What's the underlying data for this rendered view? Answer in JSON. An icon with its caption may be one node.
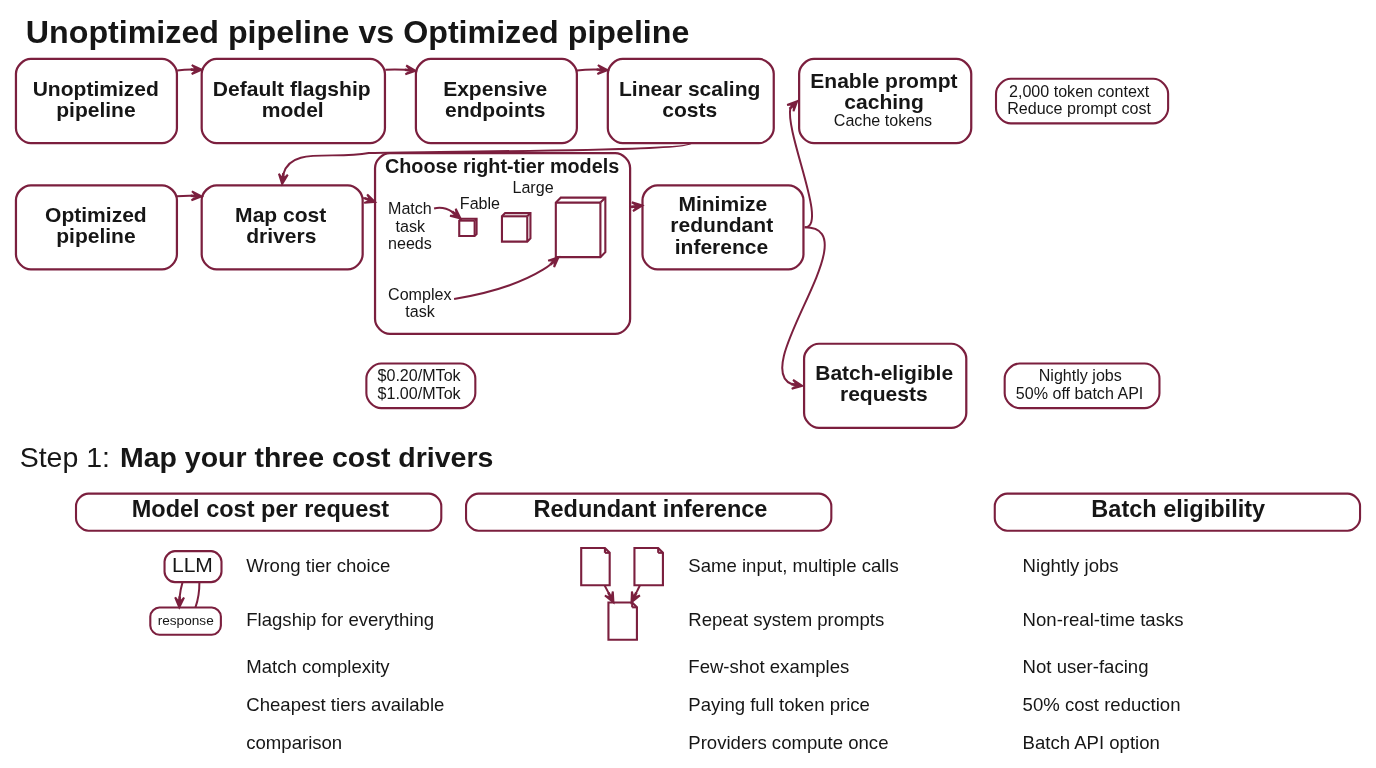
{
  "diagram": {
    "title": "Unoptimized pipeline vs Optimized pipeline",
    "nodes": [
      {
        "text": [
          "Unoptimized pipeline"
        ]
      },
      {
        "text": [
          "Default flagship model"
        ]
      },
      {
        "text": [
          "Expensive endpoints"
        ]
      },
      {
        "text": [
          "Linear scaling costs"
        ]
      },
      {
        "text": [
          "Enable prompt caching",
          "Cache tokens"
        ]
      },
      {
        "text": [
          "2,000 token context",
          "Reduce prompt cost"
        ]
      },
      {
        "text": [
          "Optimized pipeline"
        ]
      },
      {
        "text": [
          "Map cost drivers"
        ]
      },
      {
        "text": [
          "Choose right-tier models"
        ]
      },
      {
        "text": [
          "Match task needs"
        ],
        "in": 8
      },
      {
        "text": [],
        "shape": "cube",
        "in": 8
      },
      {
        "text": [],
        "shape": "cube",
        "in": 8,
        "beside": [
          "Fable"
        ]
      },
      {
        "text": [],
        "shape": "cube",
        "in": 8,
        "beside": [
          "Large"
        ]
      },
      {
        "text": [
          "Complex task"
        ],
        "in": 8
      },
      {
        "text": [
          "Minimize redundant inference"
        ]
      },
      {
        "text": [
          "Batch-eligible requests"
        ]
      },
      {
        "text": [
          "Nightly jobs",
          "50% off batch API"
        ]
      },
      {
        "text": [
          "$0.20/MTok",
          "$1.00/MTok"
        ]
      },
      {
        "text": [
          "Model cost per request"
        ]
      },
      {
        "text": [
          "LLM"
        ]
      },
      {
        "text": [
          "response"
        ]
      },
      {
        "text": [
          "Redundant inference"
        ]
      },
      {
        "text": [],
        "shape": "document"
      },
      {
        "text": [],
        "shape": "document"
      },
      {
        "text": [],
        "shape": "document"
      },
      {
        "text": [
          "Batch eligibility"
        ]
      }
    ],
    "edges": [
      {
        "from": 0,
        "to": 1,
        "arrow": "to"
      },
      {
        "from": 1,
        "to": 2,
        "arrow": "to"
      },
      {
        "from": 2,
        "to": 3,
        "arrow": "to"
      },
      {
        "from": 3,
        "to": 7,
        "arrow": "to"
      },
      {
        "from": 6,
        "to": 7,
        "arrow": "to"
      },
      {
        "from": 7,
        "to": 8,
        "arrow": "to"
      },
      {
        "from": 9,
        "to": 10,
        "arrow": "to"
      },
      {
        "from": 13,
        "to": 12,
        "arrow": "to"
      },
      {
        "from": 8,
        "to": 14,
        "arrow": "to"
      },
      {
        "from": 14,
        "to": 4,
        "arrow": "to"
      },
      {
        "from": 14,
        "to": 15,
        "arrow": "to"
      },
      {
        "from": 19,
        "to": 20,
        "arrow": "to"
      },
      {
        "from": 19,
        "to": 20,
        "arrow": "none"
      },
      {
        "from": 22,
        "to": 24,
        "arrow": "to"
      },
      {
        "from": 23,
        "to": 24,
        "arrow": "to"
      }
    ],
    "labels": [
      "Step 1: **Map your three cost drivers**",
      "Wrong tier choice",
      "Flagship for everything",
      "Match complexity",
      "Cheapest tiers available",
      "comparison",
      "Same input, multiple calls",
      "Repeat system prompts",
      "Few-shot examples",
      "Paying full token price",
      "Providers compute once",
      "Nightly jobs",
      "Non-real-time tasks",
      "Not user-facing",
      "50% cost reduction",
      "Batch API option"
    ]
  }
}
